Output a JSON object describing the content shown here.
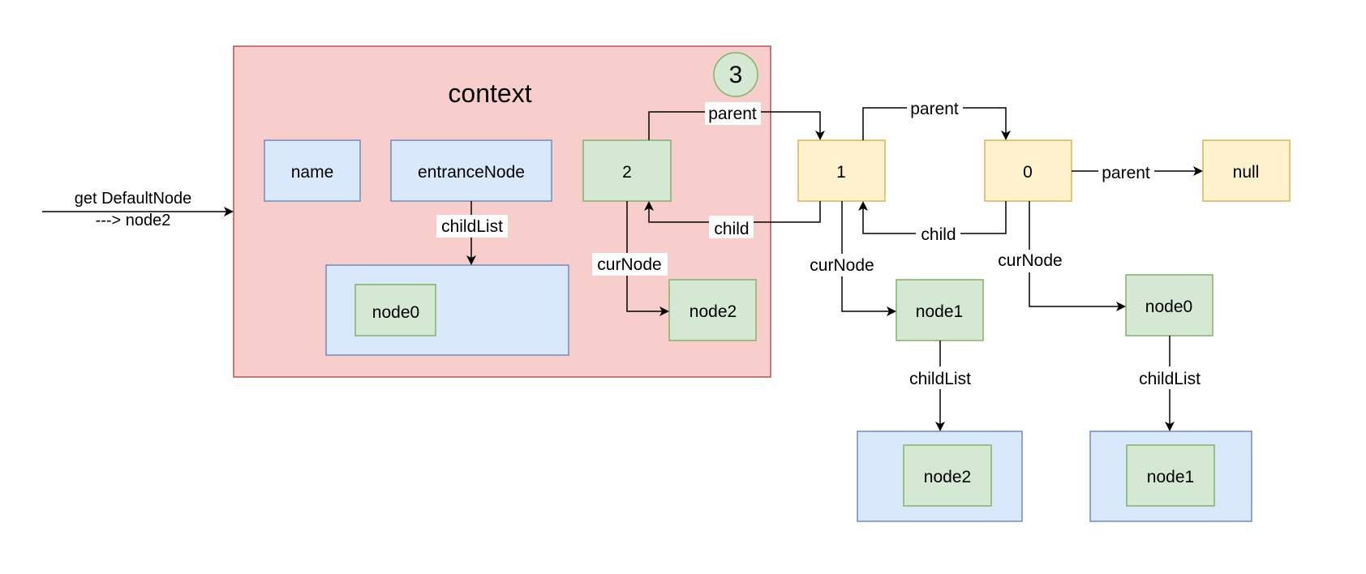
{
  "context": {
    "title": "context",
    "step": "3",
    "colors": {
      "fill": "#f8cecc",
      "stroke": "#b85450"
    }
  },
  "entry": {
    "line1": "get DefaultNode",
    "line2": "---> node2"
  },
  "boxes": {
    "name": "name",
    "entrance_node": "entranceNode",
    "node_2": "2",
    "node_1": "1",
    "node_0": "0",
    "null": "null",
    "context_child_list_item": "node0",
    "context_cur_node": "node2",
    "node1_cur_node": "node1",
    "node1_child_list_item": "node2",
    "node0_cur_node": "node0",
    "node0_child_list_item": "node1"
  },
  "edge_labels": {
    "context_child_list": "childList",
    "node2_cur_node": "curNode",
    "node2_parent": "parent",
    "node1_child": "child",
    "node1_parent": "parent",
    "node1_cur_node": "curNode",
    "node0_child": "child",
    "node0_parent": "parent",
    "node0_cur_node": "curNode",
    "node1_child_list": "childList",
    "node0_child_list": "childList"
  },
  "colors": {
    "blue_fill": "#dae8fc",
    "blue_stroke": "#6c8ebf",
    "green_fill": "#d5e8d4",
    "green_stroke": "#82b366",
    "yellow_fill": "#fff2cc",
    "yellow_stroke": "#d6b656",
    "line": "#000000"
  }
}
